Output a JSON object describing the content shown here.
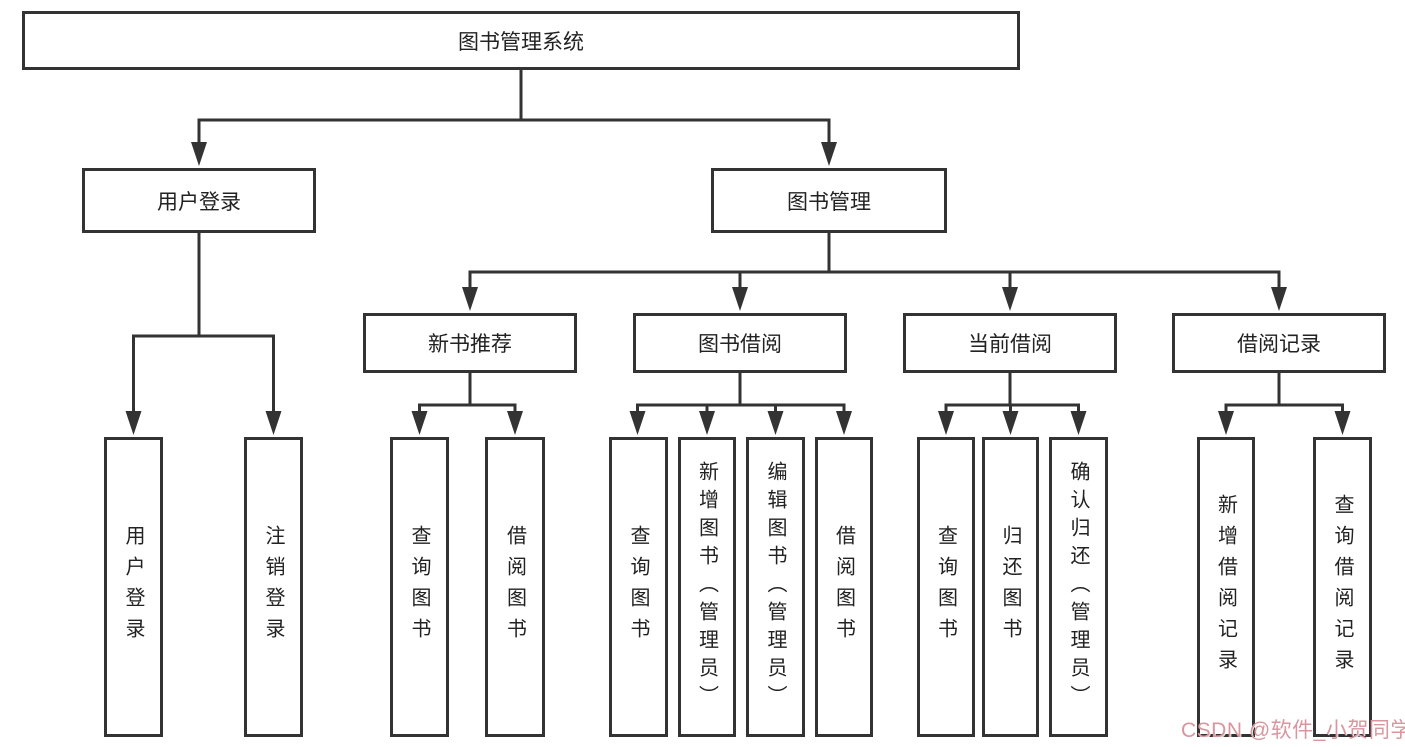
{
  "diagram": {
    "type": "tree",
    "tree": {
      "label": "图书管理系统",
      "children": [
        {
          "label": "用户登录",
          "children": [
            {
              "label": "用户登录"
            },
            {
              "label": "注销登录"
            }
          ]
        },
        {
          "label": "图书管理",
          "children": [
            {
              "label": "新书推荐",
              "children": [
                {
                  "label": "查询图书"
                },
                {
                  "label": "借阅图书"
                }
              ]
            },
            {
              "label": "图书借阅",
              "children": [
                {
                  "label": "查询图书"
                },
                {
                  "label": "新增图书（管理员）"
                },
                {
                  "label": "编辑图书（管理员）"
                },
                {
                  "label": "借阅图书"
                }
              ]
            },
            {
              "label": "当前借阅",
              "children": [
                {
                  "label": "查询图书"
                },
                {
                  "label": "归还图书"
                },
                {
                  "label": "确认归还（管理员）"
                }
              ]
            },
            {
              "label": "借阅记录",
              "children": [
                {
                  "label": "新增借阅记录"
                },
                {
                  "label": "查询借阅记录"
                }
              ]
            }
          ]
        }
      ]
    }
  },
  "watermark": {
    "text": "CSDN @软件_小贺同学",
    "color": "#d9969e"
  },
  "colors": {
    "line": "#333333",
    "border": "#333333",
    "text": "#222222",
    "background": "#ffffff"
  }
}
